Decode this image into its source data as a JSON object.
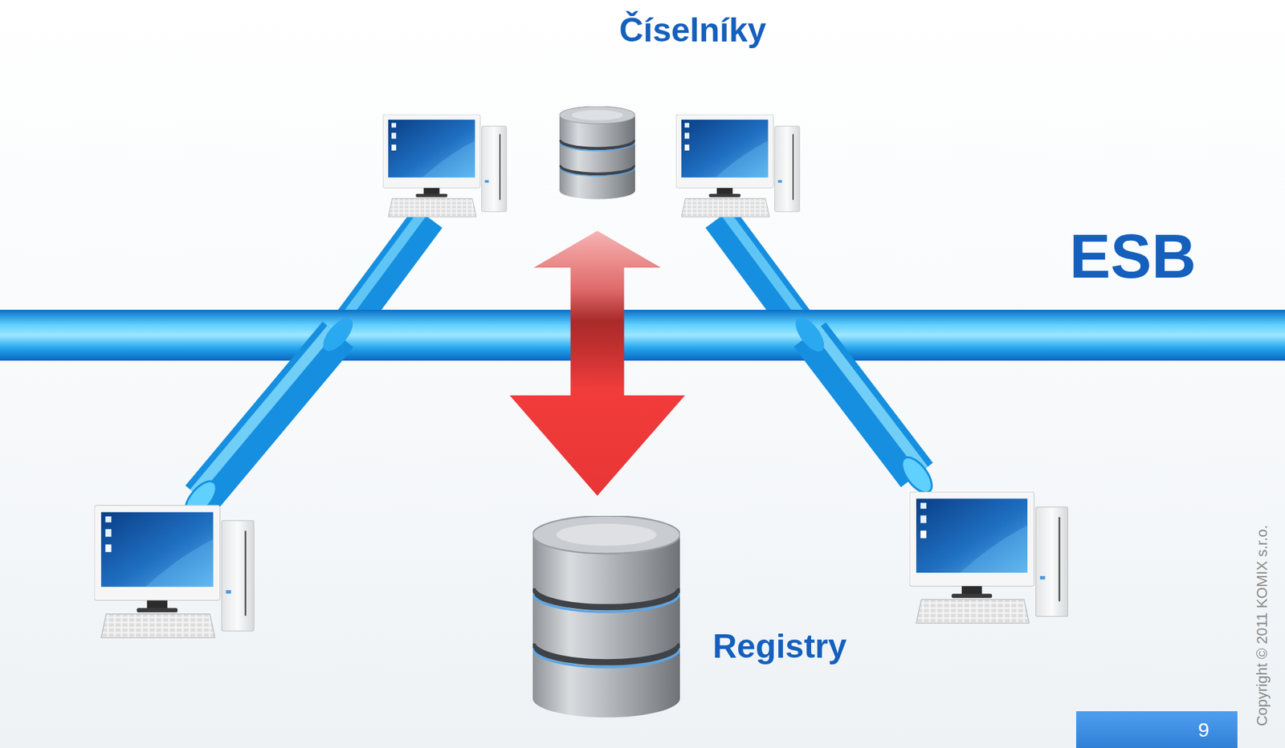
{
  "diagram": {
    "nodes": [
      {
        "text": [
          "Číselníky"
        ]
      },
      {
        "text": [
          "Registry"
        ]
      }
    ],
    "edges": [
      {
        "from": 0,
        "to": 1,
        "arrow": "both"
      }
    ],
    "labels": [
      "ESB",
      "9",
      "Copyright © 2011 KOMIX s.r.o."
    ]
  }
}
